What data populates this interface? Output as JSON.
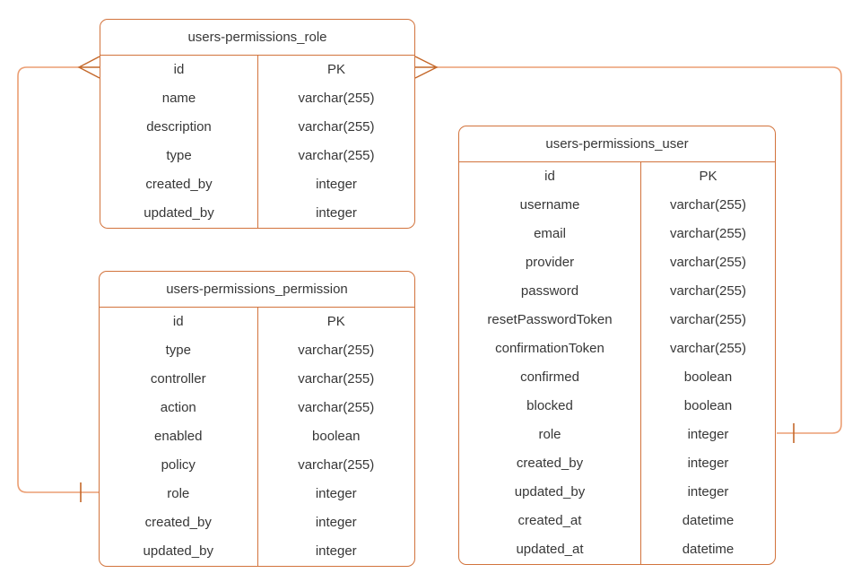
{
  "colors": {
    "table_border": "#d2733c",
    "connector_line": "#eb9e73",
    "connector_marker": "#c4682a",
    "text": "#373737",
    "background": "#ffffff"
  },
  "tables": [
    {
      "name": "users-permissions_role",
      "fields": [
        {
          "name": "id",
          "type": "PK"
        },
        {
          "name": "name",
          "type": "varchar(255)"
        },
        {
          "name": "description",
          "type": "varchar(255)"
        },
        {
          "name": "type",
          "type": "varchar(255)"
        },
        {
          "name": "created_by",
          "type": "integer"
        },
        {
          "name": "updated_by",
          "type": "integer"
        }
      ]
    },
    {
      "name": "users-permissions_permission",
      "fields": [
        {
          "name": "id",
          "type": "PK"
        },
        {
          "name": "type",
          "type": "varchar(255)"
        },
        {
          "name": "controller",
          "type": "varchar(255)"
        },
        {
          "name": "action",
          "type": "varchar(255)"
        },
        {
          "name": "enabled",
          "type": "boolean"
        },
        {
          "name": "policy",
          "type": "varchar(255)"
        },
        {
          "name": "role",
          "type": "integer"
        },
        {
          "name": "created_by",
          "type": "integer"
        },
        {
          "name": "updated_by",
          "type": "integer"
        }
      ]
    },
    {
      "name": "users-permissions_user",
      "fields": [
        {
          "name": "id",
          "type": "PK"
        },
        {
          "name": "username",
          "type": "varchar(255)"
        },
        {
          "name": "email",
          "type": "varchar(255)"
        },
        {
          "name": "provider",
          "type": "varchar(255)"
        },
        {
          "name": "password",
          "type": "varchar(255)"
        },
        {
          "name": "resetPasswordToken",
          "type": "varchar(255)"
        },
        {
          "name": "confirmationToken",
          "type": "varchar(255)"
        },
        {
          "name": "confirmed",
          "type": "boolean"
        },
        {
          "name": "blocked",
          "type": "boolean"
        },
        {
          "name": "role",
          "type": "integer"
        },
        {
          "name": "created_by",
          "type": "integer"
        },
        {
          "name": "updated_by",
          "type": "integer"
        },
        {
          "name": "created_at",
          "type": "datetime"
        },
        {
          "name": "updated_at",
          "type": "datetime"
        }
      ]
    }
  ],
  "relationships": [
    {
      "from_table": "users-permissions_role",
      "from_field": "id",
      "from_cardinality": "many",
      "to_table": "users-permissions_permission",
      "to_field": "role",
      "to_cardinality": "one"
    },
    {
      "from_table": "users-permissions_role",
      "from_field": "id",
      "from_cardinality": "many",
      "to_table": "users-permissions_user",
      "to_field": "role",
      "to_cardinality": "one"
    }
  ]
}
